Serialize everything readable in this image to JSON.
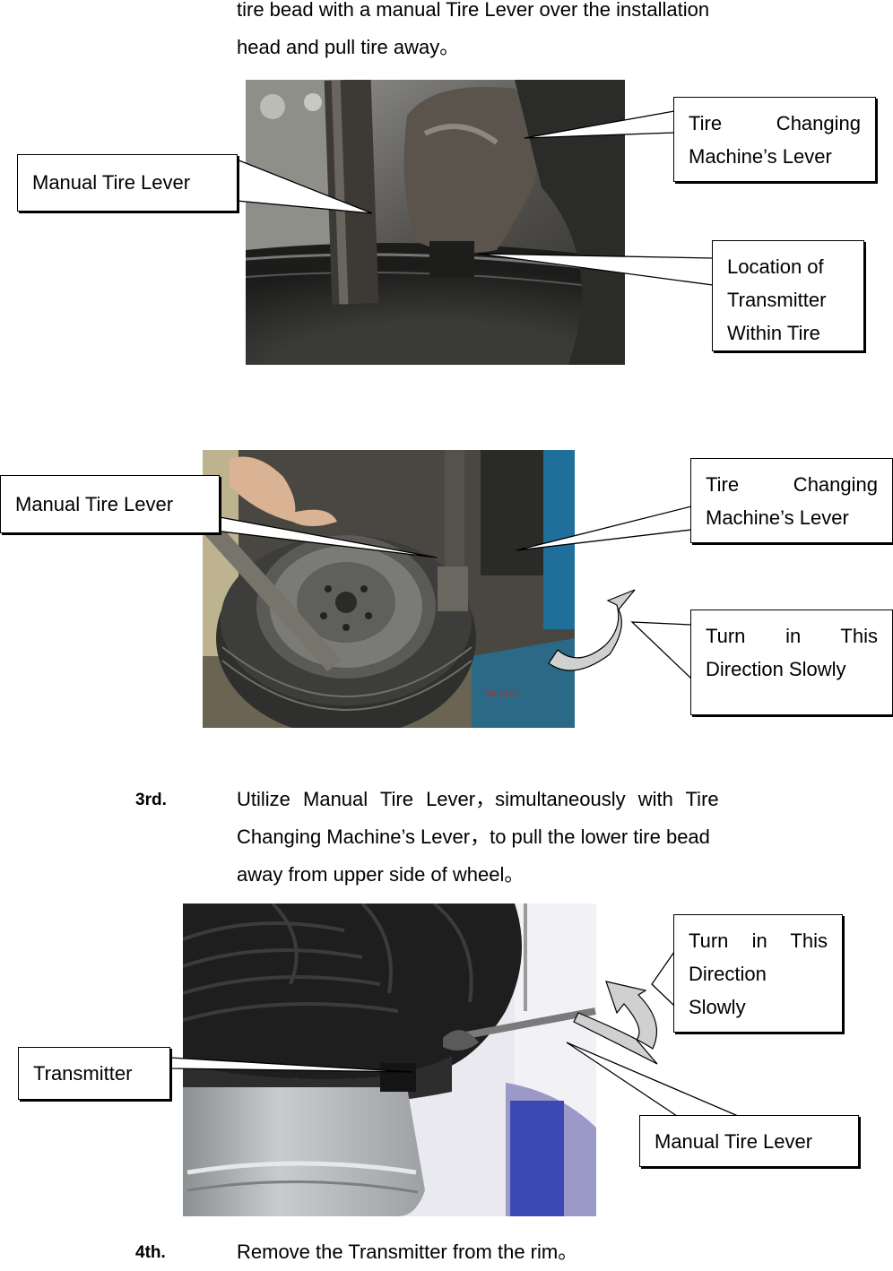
{
  "intro": {
    "lines": [
      "tire bead with a manual Tire Lever over the installation",
      "head and pull tire away。"
    ]
  },
  "figure1": {
    "callouts": {
      "manual_lever": "Manual Tire Lever",
      "machine_lever_line1": "Tire Changing",
      "machine_lever_line2": "Machine’s Lever",
      "transmitter_line1": "Location of",
      "transmitter_line2": "Transmitter",
      "transmitter_line3": "Within Tire"
    }
  },
  "figure2": {
    "callouts": {
      "manual_lever": "Manual Tire Lever",
      "machine_lever_line1": "Tire Changing",
      "machine_lever_line2": "Machine’s Lever",
      "turn_line1": "Turn in This",
      "turn_line2": "Direction Slowly"
    }
  },
  "step3": {
    "label": "3rd.",
    "lines": [
      "Utilize Manual Tire Lever，simultaneously with Tire",
      "Changing Machine’s Lever，to pull the lower tire bead",
      "away from upper side of wheel。"
    ]
  },
  "figure3": {
    "callouts": {
      "turn_line1": "Turn in This",
      "turn_line2": "Direction",
      "turn_line3": "Slowly",
      "transmitter": "Transmitter",
      "manual_lever": "Manual Tire Lever"
    }
  },
  "step4": {
    "label": "4th.",
    "text": "Remove the Transmitter from the rim。"
  }
}
